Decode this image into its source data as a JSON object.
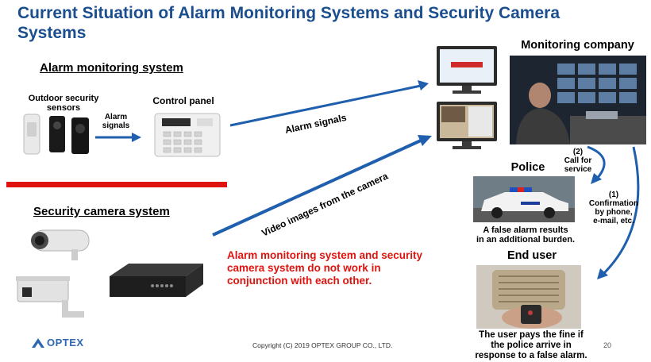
{
  "title": "Current Situation of Alarm Monitoring Systems and Security Camera Systems",
  "alarm_section": {
    "heading": "Alarm monitoring system",
    "sensors_label": "Outdoor security sensors",
    "signals_small": "Alarm signals",
    "control_panel_label": "Control panel"
  },
  "camera_section": {
    "heading": "Security camera system"
  },
  "arrows": {
    "alarm_signals": "Alarm signals",
    "video_images": "Video images from the camera"
  },
  "warning": {
    "line1": "Alarm monitoring system and security",
    "line2": "camera system do not work in",
    "line3": "conjunction with each other."
  },
  "monitoring_company": "Monitoring company",
  "police": {
    "label": "Police",
    "caption_line1": "A false alarm results",
    "caption_line2": "in an additional burden."
  },
  "steps": {
    "call_num": "(2)",
    "call_text1": "Call for",
    "call_text2": "service",
    "confirm_num": "(1)",
    "confirm_text1": "Confirmation",
    "confirm_text2": "by phone,",
    "confirm_text3": "e-mail, etc."
  },
  "end_user": {
    "label": "End user",
    "caption_line1": "The user pays the fine if",
    "caption_line2": "the police arrive in",
    "caption_line3": "response to a false alarm."
  },
  "footer": {
    "logo": "OPTEX",
    "copyright": "Copyright (C) 2019 OPTEX GROUP CO., LTD.",
    "page": "20"
  },
  "colors": {
    "title": "#1a4e8f",
    "arrow": "#1f5fae",
    "warning": "#e0140f",
    "divider": "#e0140f"
  }
}
